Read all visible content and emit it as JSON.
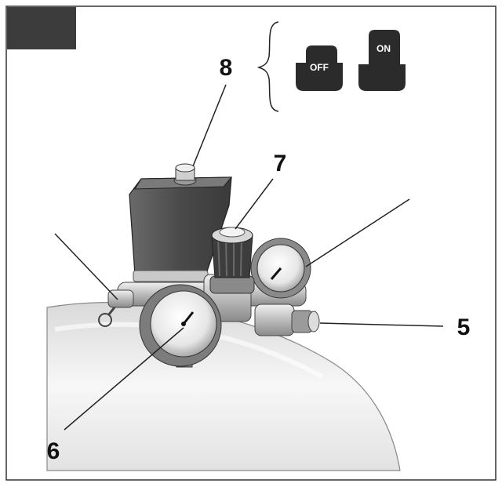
{
  "callouts": {
    "c5": "5",
    "c6": "6",
    "c7": "7",
    "c8": "8"
  },
  "switch_states": {
    "off": "OFF",
    "on": "ON"
  },
  "colors": {
    "frame": "#333333",
    "corner_tab": "#3c3c3c",
    "switch_body": "#5a5a5a",
    "line": "#222222",
    "tank": "#eeeeee"
  }
}
